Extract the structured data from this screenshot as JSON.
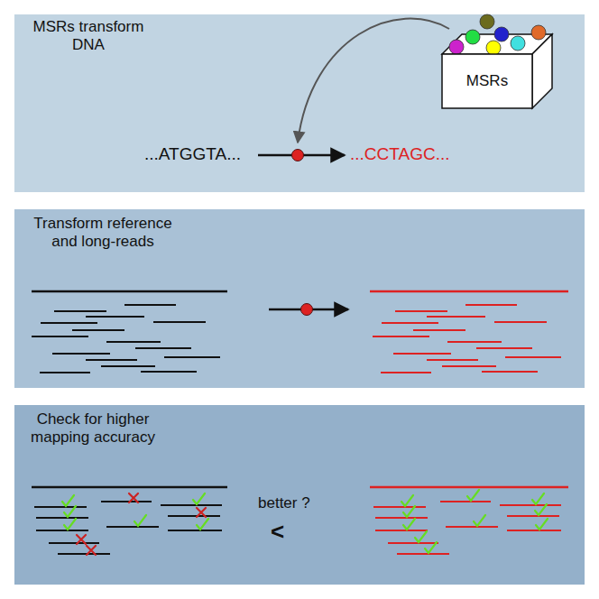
{
  "diagram": {
    "nodes": [
      {
        "text": [
          "MSRs transform DNA"
        ]
      },
      {
        "text": [
          "MSRs"
        ],
        "in": 0
      },
      {
        "text": [
          "Transform reference and long-reads"
        ]
      },
      {
        "text": [
          "Check for higher mapping accuracy"
        ]
      }
    ],
    "labels": [
      "...ATGGTA...",
      "...CCTAGC...",
      "better ?",
      "<"
    ]
  }
}
